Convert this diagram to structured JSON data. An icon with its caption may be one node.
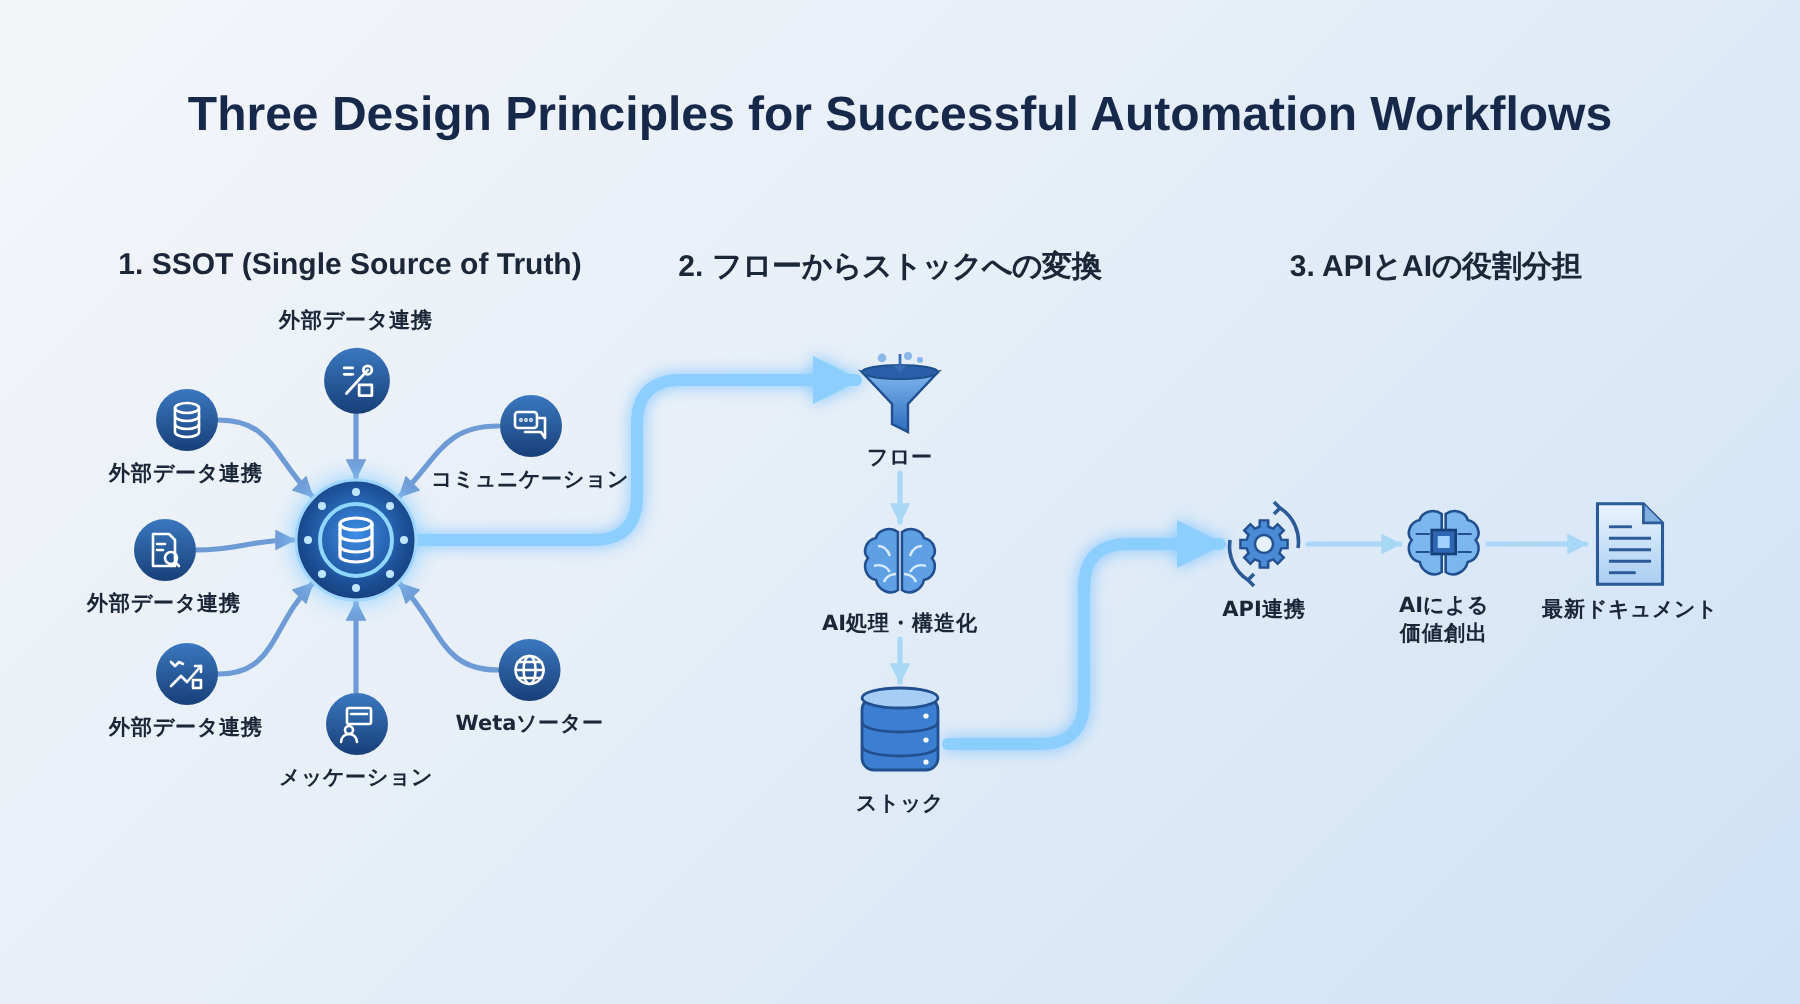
{
  "diagram": {
    "title": "Three Design Principles for Successful Automation Workflows",
    "nodes": [
      {
        "text": [
          "外部データ連携"
        ]
      },
      {
        "text": [
          "外部データ連携"
        ]
      },
      {
        "text": [
          "コミュニケーション"
        ]
      },
      {
        "text": [
          "外部データ連携"
        ]
      },
      {
        "text": [],
        "shape": "circle"
      },
      {
        "text": [
          "外部データ連携"
        ]
      },
      {
        "text": [
          "Wetaソーター"
        ]
      },
      {
        "text": [
          "メッケーション"
        ]
      },
      {
        "text": [
          "フロー"
        ]
      },
      {
        "text": [
          "AI処理・構造化"
        ]
      },
      {
        "text": [
          "ストック"
        ]
      },
      {
        "text": [
          "API連携"
        ]
      },
      {
        "text": [
          "AIによる価値創出"
        ]
      },
      {
        "text": [
          "最新ドキュメント"
        ]
      }
    ],
    "edges": [
      {
        "from": 0,
        "to": 4,
        "arrow": "to"
      },
      {
        "from": 1,
        "to": 4,
        "arrow": "to"
      },
      {
        "from": 2,
        "to": 4,
        "arrow": "to"
      },
      {
        "from": 3,
        "to": 4,
        "arrow": "to"
      },
      {
        "from": 5,
        "to": 4,
        "arrow": "to"
      },
      {
        "from": 6,
        "to": 4,
        "arrow": "to"
      },
      {
        "from": 7,
        "to": 4,
        "arrow": "to"
      },
      {
        "from": 4,
        "to": 8,
        "arrow": "to",
        "style": "thick",
        "color": "#8ccfff"
      },
      {
        "from": 8,
        "to": 9,
        "arrow": "to",
        "color": "#a9d8f7"
      },
      {
        "from": 9,
        "to": 10,
        "arrow": "to",
        "color": "#a9d8f7"
      },
      {
        "from": 10,
        "to": 11,
        "arrow": "to",
        "style": "thick",
        "color": "#8ccfff"
      },
      {
        "from": 11,
        "to": 12,
        "arrow": "to",
        "color": "#a9d8f7"
      },
      {
        "from": 12,
        "to": 13,
        "arrow": "to",
        "color": "#a9d8f7"
      }
    ],
    "labels": [
      "1. SSOT (Single Source of Truth)",
      "2. フローからストックへの変換",
      "3. APIとAIの役割分担"
    ]
  }
}
